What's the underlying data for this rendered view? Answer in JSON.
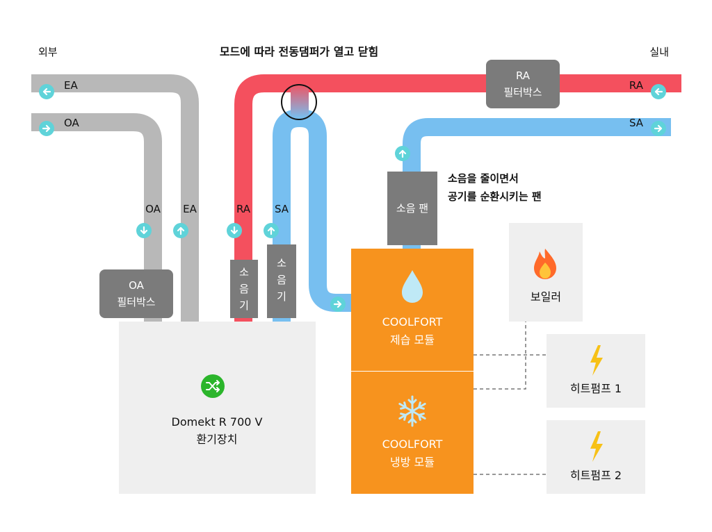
{
  "labels": {
    "outside": "외부",
    "inside": "실내",
    "damper_note": "모드에 따라 전동댐퍼가 열고 닫힘",
    "ea_outer": "EA",
    "oa_outer": "OA",
    "ra_right": "RA",
    "sa_right": "SA",
    "oa_vert": "OA",
    "ea_vert": "EA",
    "ra_vert": "RA",
    "sa_vert": "SA"
  },
  "ra_filter": {
    "line1": "RA",
    "line2": "필터박스"
  },
  "oa_filter": {
    "line1": "OA",
    "line2": "필터박스"
  },
  "silencer_left": {
    "c1": "소",
    "c2": "음",
    "c3": "기"
  },
  "silencer_right": {
    "c1": "소",
    "c2": "음",
    "c3": "기"
  },
  "fan": {
    "label": "소음 팬",
    "note_line1": "소음을 줄이면서",
    "note_line2": "공기를 순환시키는 팬"
  },
  "domekt": {
    "line1": "Domekt R 700 V",
    "line2": "환기장치"
  },
  "dehum": {
    "line1": "COOLFORT",
    "line2": "제습 모듈"
  },
  "cooling": {
    "line1": "COOLFORT",
    "line2": "냉방 모듈"
  },
  "boiler": {
    "label": "보일러"
  },
  "heatpump1": {
    "label": "히트펌프 1"
  },
  "heatpump2": {
    "label": "히트펌프 2"
  },
  "colors": {
    "grey_duct": "#b8b8b8",
    "red_duct": "#f4505e",
    "blue_duct": "#77bff0",
    "orange": "#f7931e",
    "teal_arrow": "#5fd3d9",
    "dark_box": "#7b7b7b",
    "light_box": "#efefef",
    "green": "#2bb52b",
    "lightning": "#f7c117"
  }
}
